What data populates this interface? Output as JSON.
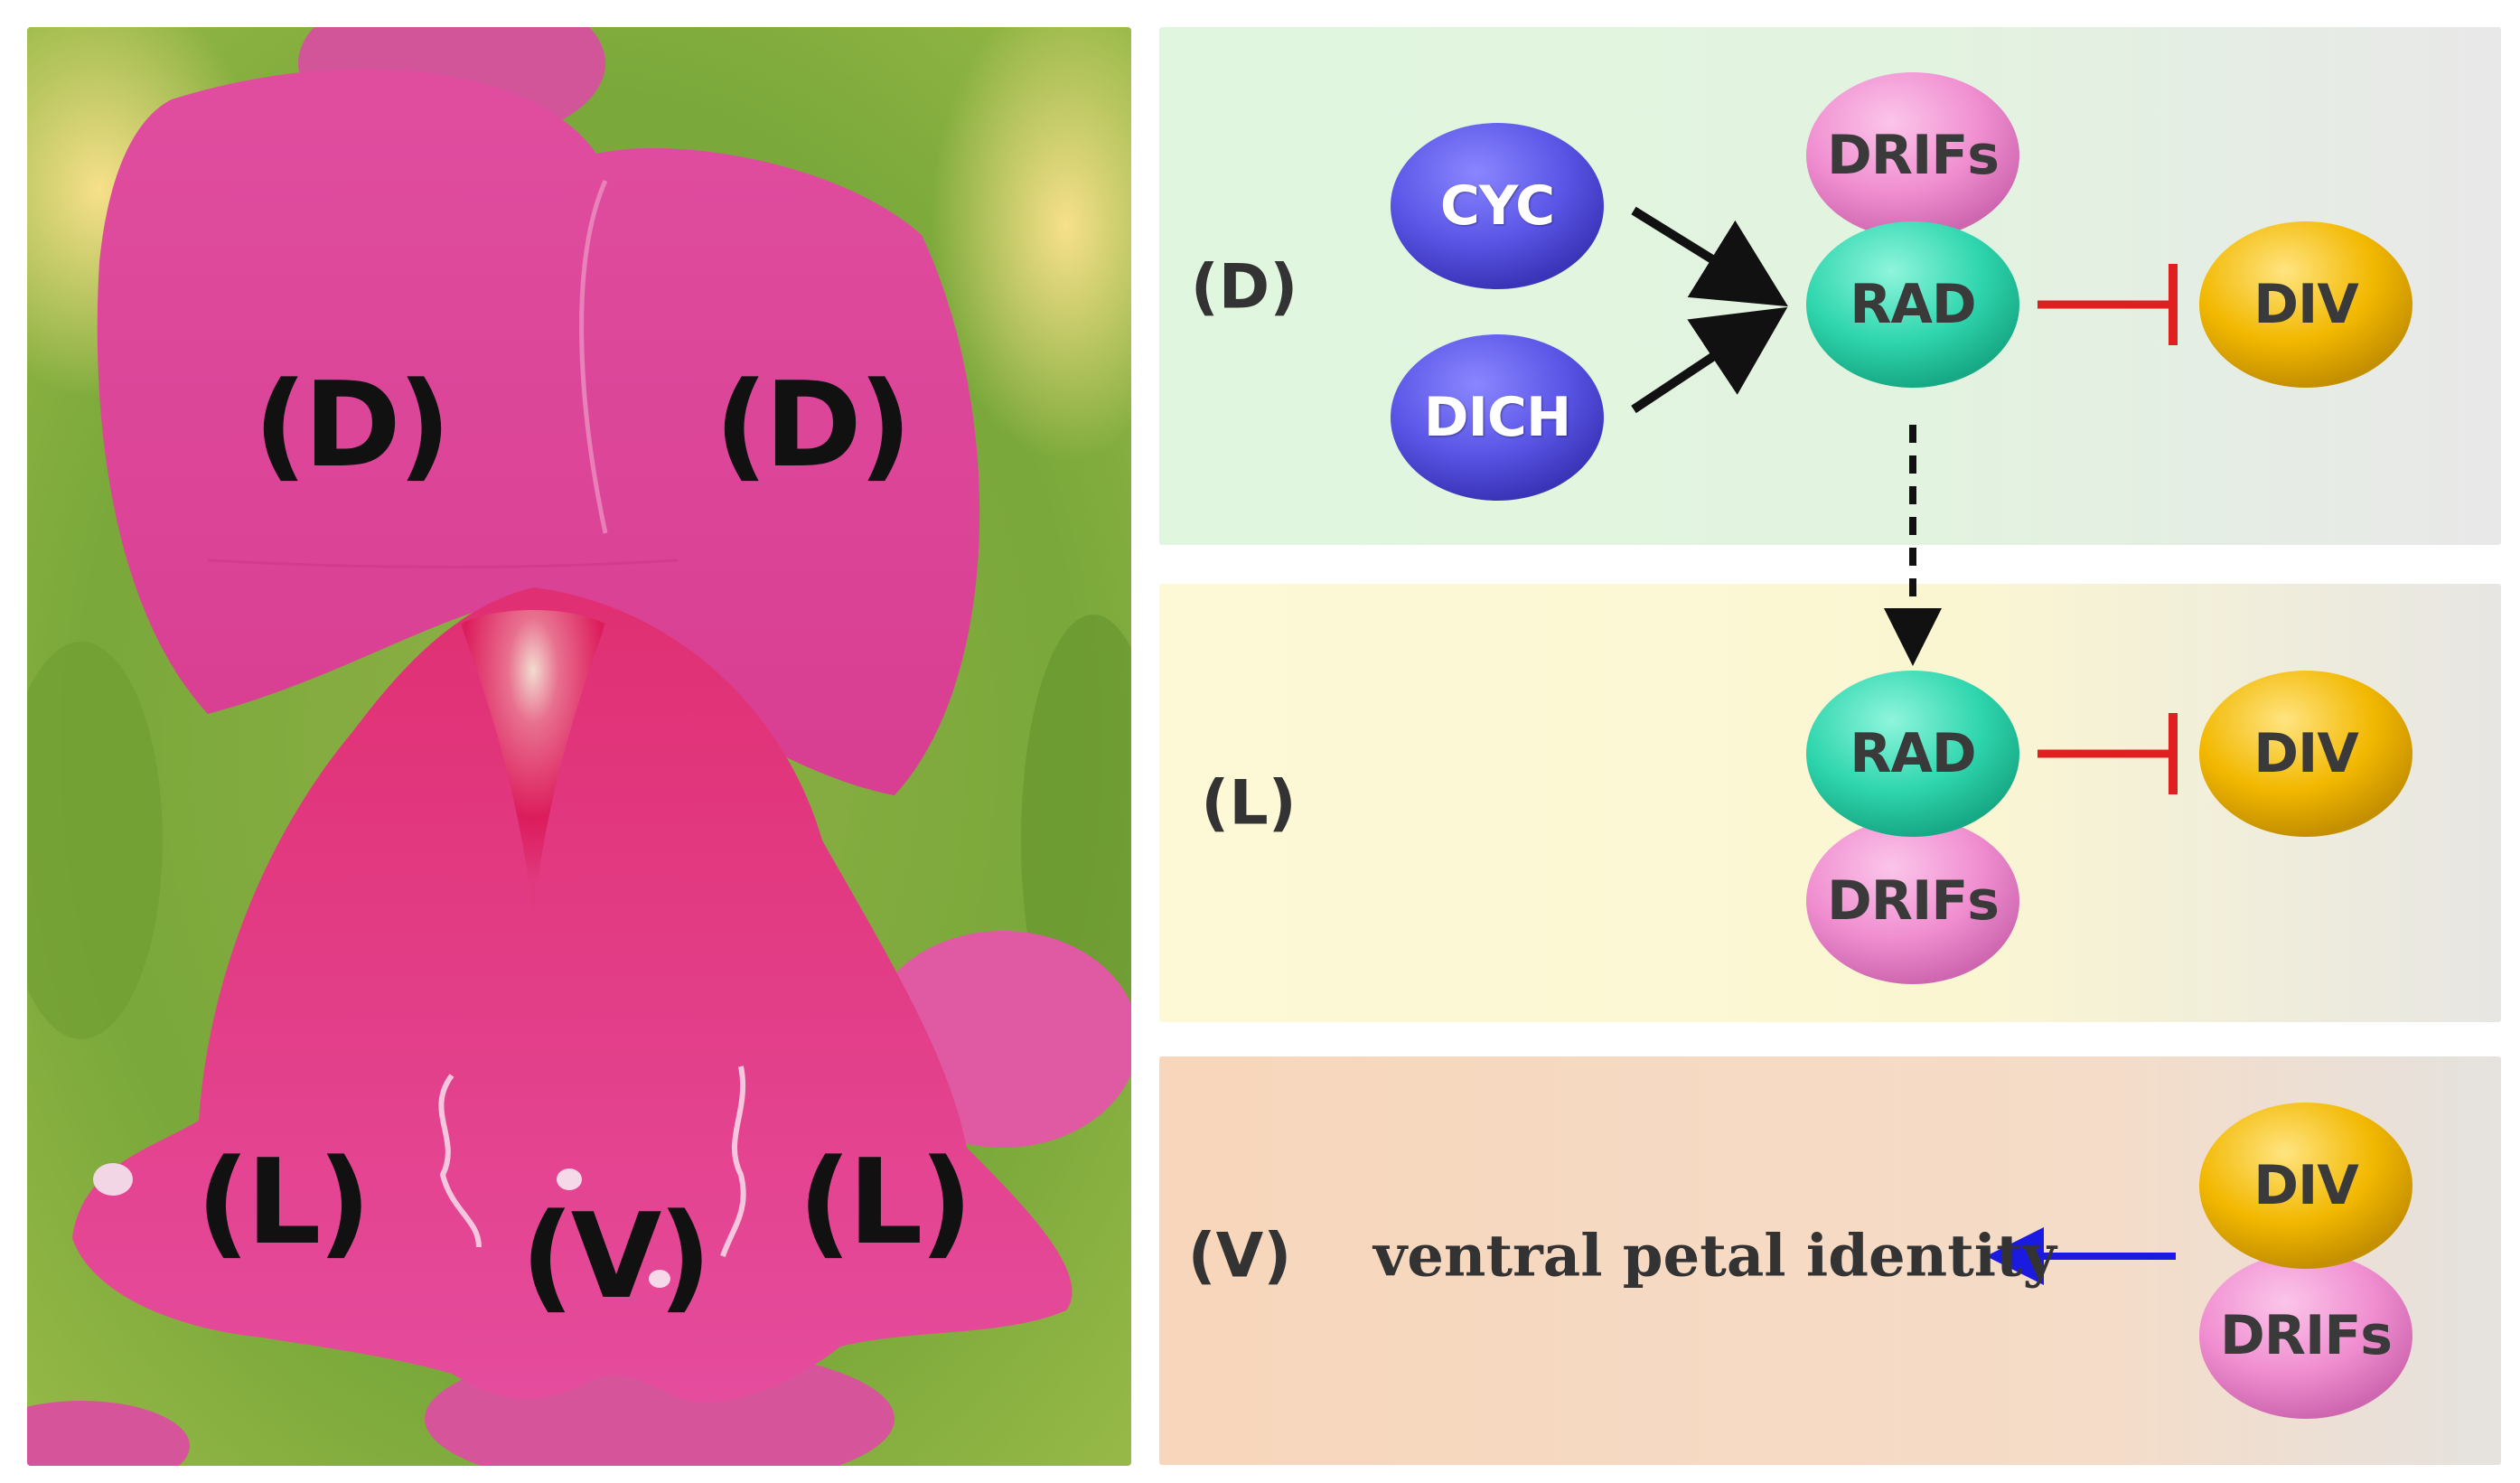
{
  "photo": {
    "labels": [
      {
        "id": "dorsal-left",
        "text": "(D)"
      },
      {
        "id": "dorsal-right",
        "text": "(D)"
      },
      {
        "id": "lateral-left",
        "text": "(L)"
      },
      {
        "id": "ventral",
        "text": "(V)"
      },
      {
        "id": "lateral-right",
        "text": "(L)"
      }
    ]
  },
  "panels": {
    "dorsal": {
      "label": "(D)",
      "nodes": {
        "cyc": "CYC",
        "dich": "DICH",
        "drifs": "DRIFs",
        "rad": "RAD",
        "div": "DIV"
      }
    },
    "lateral": {
      "label": "(L)",
      "nodes": {
        "rad": "RAD",
        "drifs": "DRIFs",
        "div": "DIV"
      }
    },
    "ventral": {
      "label": "(V)",
      "outcome": "ventral petal identity",
      "nodes": {
        "div": "DIV",
        "drifs": "DRIFs"
      }
    }
  },
  "colors": {
    "cyc_dich": "#5a55e6",
    "rad": "#2fd6ae",
    "drifs": "#f08ed0",
    "div": "#f2b800",
    "inhibit": "#e02020",
    "activate": "#111111",
    "ventral_arrow": "#1a1ae0"
  }
}
